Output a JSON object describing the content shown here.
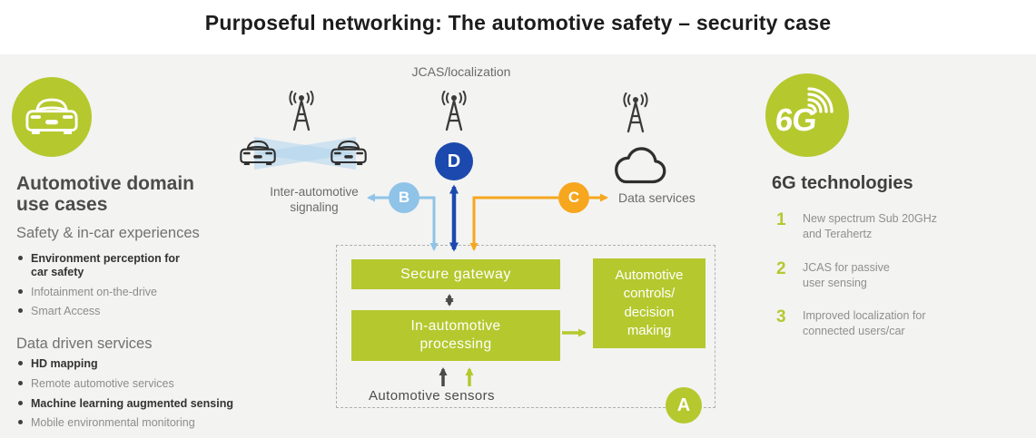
{
  "title": "Purposeful networking: The automotive safety – security case",
  "left_panel": {
    "heading": "Automotive domain use cases",
    "safety": {
      "heading": "Safety & in-car experiences",
      "items": [
        {
          "text": "Environment perception for car safety",
          "emphasis": true
        },
        {
          "text": "Infotainment on-the-drive",
          "emphasis": false
        },
        {
          "text": "Smart Access",
          "emphasis": false
        }
      ]
    },
    "data_services": {
      "heading": "Data driven services",
      "items": [
        {
          "text": "HD mapping",
          "emphasis": true
        },
        {
          "text": "Remote automotive services",
          "emphasis": false
        },
        {
          "text": "Machine learning augmented sensing",
          "emphasis": true
        },
        {
          "text": "Mobile environmental monitoring",
          "emphasis": false
        }
      ]
    }
  },
  "diagram": {
    "jcas_label": "JCAS/localization",
    "inter_automotive_label": "Inter-automotive signaling",
    "data_services_label": "Data services",
    "sensors_label": "Automotive sensors",
    "boxes": {
      "secure_gateway": "Secure gateway",
      "in_automotive_processing": "In-automotive processing",
      "automotive_controls": "Automotive controls/ decision making"
    },
    "badges": {
      "a": "A",
      "b": "B",
      "c": "C",
      "d": "D"
    }
  },
  "right_panel": {
    "badge_label": "6G",
    "heading": "6G technologies",
    "items": [
      {
        "num": "1",
        "text": "New spectrum Sub 20GHz and Terahertz"
      },
      {
        "num": "2",
        "text": "JCAS for passive user sensing"
      },
      {
        "num": "3",
        "text": "Improved localization for connected users/car"
      }
    ]
  },
  "colors": {
    "accent_green": "#b5c82e",
    "dark_blue": "#1c49ae",
    "light_blue": "#8fc3e8",
    "orange": "#f6a71e",
    "beam_blue": "#aed3ec",
    "title_text": "#1c1c1c",
    "body_text": "#8d8d8d"
  }
}
